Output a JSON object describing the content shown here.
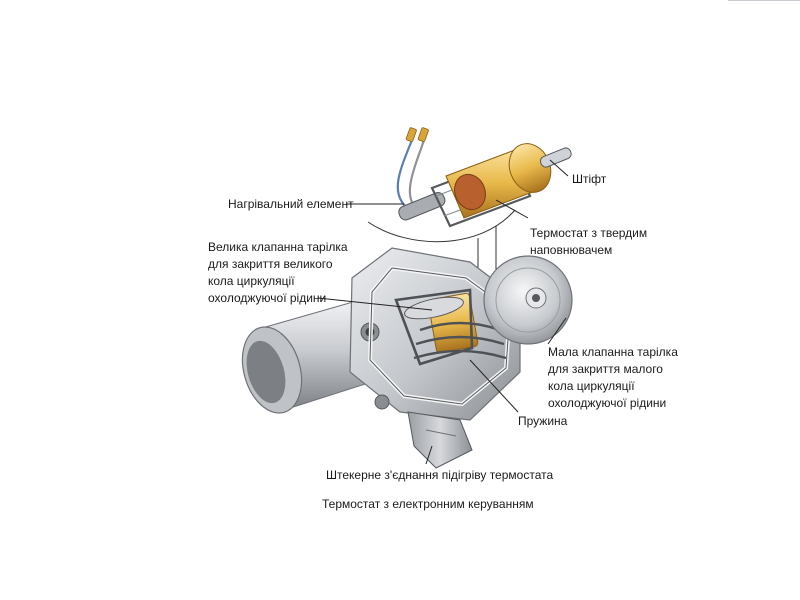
{
  "labels": {
    "pin": "Штіфт",
    "heating_element": "Нагрівальний елемент",
    "wax_thermostat": [
      "Термостат з твердим",
      "наповнювачем"
    ],
    "large_valve_plate": [
      "Велика клапанна тарілка",
      "для закриття великого",
      "кола циркуляції",
      "охолоджуючої рідини"
    ],
    "small_valve_plate": [
      "Мала клапанна тарілка",
      "для закриття малого",
      "кола циркуляції",
      "охолоджуючої рідини"
    ],
    "spring": "Пружина",
    "connector": "Штекерне з'єднання підігріву термостата"
  },
  "caption": "Термостат з електронним керуванням",
  "colors": {
    "metal_light": "#e6e7ea",
    "metal_mid": "#b4b7bc",
    "metal_dark": "#6e7176",
    "brass": "#e8b94a",
    "brass_dark": "#b07a22",
    "copper": "#b8612e",
    "wire_blue": "#5b7fb5",
    "wire_gray": "#8f9399",
    "leader": "#222222"
  }
}
